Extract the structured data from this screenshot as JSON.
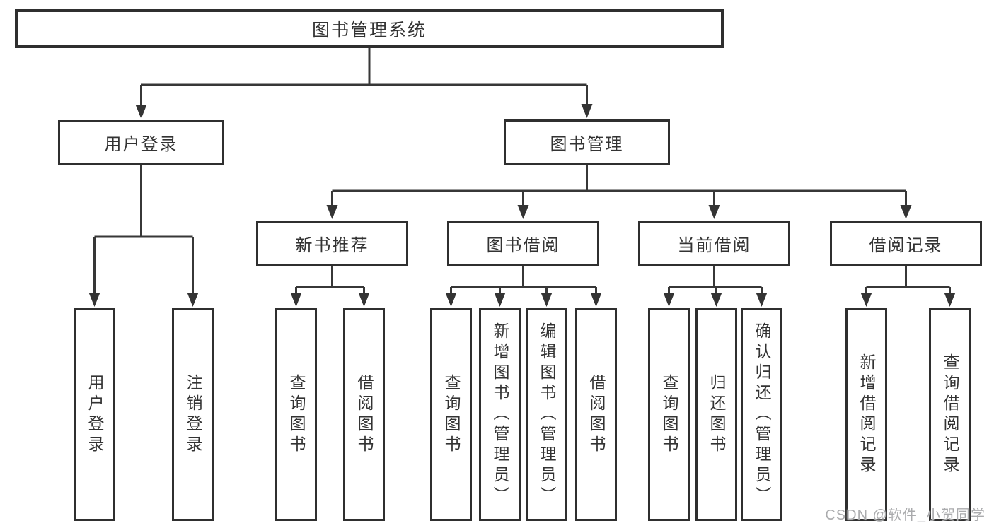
{
  "watermark": "CSDN @软件_小贺同学",
  "tree": {
    "root": {
      "label": "图书管理系统"
    },
    "branches": [
      {
        "label": "用户登录",
        "children": [
          {
            "label": "用户登录"
          },
          {
            "label": "注销登录"
          }
        ]
      },
      {
        "label": "图书管理",
        "sections": [
          {
            "label": "新书推荐",
            "children": [
              {
                "label": "查询图书"
              },
              {
                "label": "借阅图书"
              }
            ]
          },
          {
            "label": "图书借阅",
            "children": [
              {
                "label": "查询图书"
              },
              {
                "label": "新增图书（管理员）"
              },
              {
                "label": "编辑图书（管理员）"
              },
              {
                "label": "借阅图书"
              }
            ]
          },
          {
            "label": "当前借阅",
            "children": [
              {
                "label": "查询图书"
              },
              {
                "label": "归还图书"
              },
              {
                "label": "确认归还（管理员）"
              }
            ]
          },
          {
            "label": "借阅记录",
            "children": [
              {
                "label": "新增借阅记录"
              },
              {
                "label": "查询借阅记录"
              }
            ]
          }
        ]
      }
    ]
  }
}
